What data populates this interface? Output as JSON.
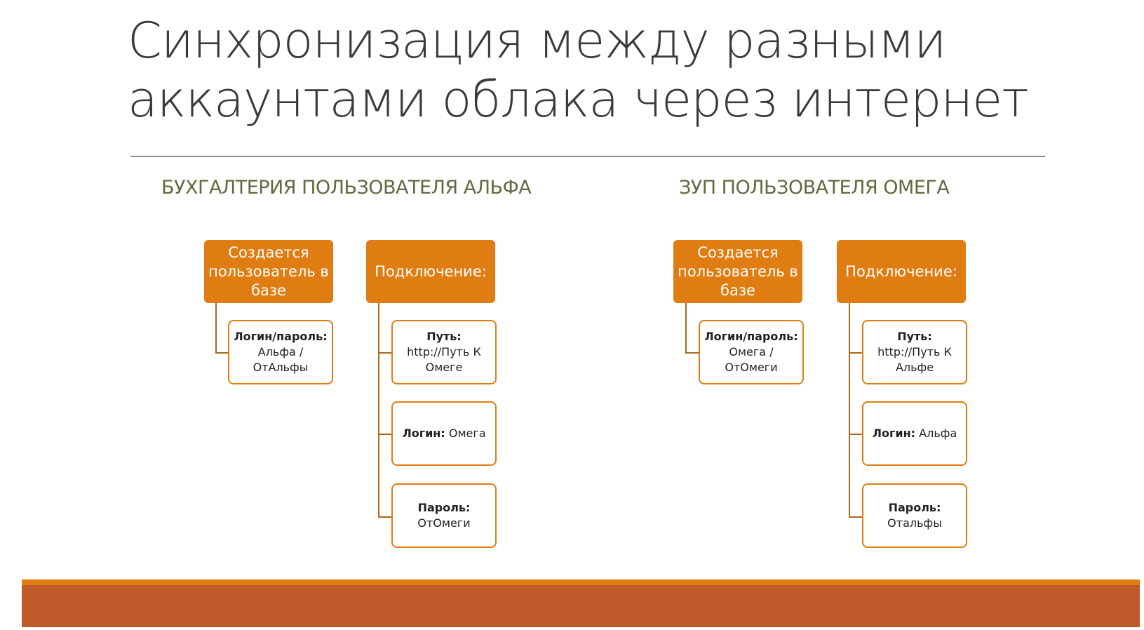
{
  "title": {
    "line1": "Синхронизация между разными",
    "line2": "аккаунтами облака через интернет"
  },
  "left": {
    "heading": "БУХГАЛТЕРИЯ ПОЛЬЗОВАТЕЛЯ АЛЬФА",
    "create_user": {
      "line1": "Создается",
      "line2": "пользователь в",
      "line3": "базе",
      "credentials": {
        "label": "Логин/пароль:",
        "value_line1": "Альфа /",
        "value_line2": "ОтАльфы"
      }
    },
    "connection": {
      "label": "Подключение:",
      "path": {
        "label": "Путь:",
        "value_line1": "http://Путь К",
        "value_line2": "Омеге"
      },
      "login": {
        "label": "Логин:",
        "value": "Омега"
      },
      "password": {
        "label": "Пароль:",
        "value": "ОтОмеги"
      }
    }
  },
  "right": {
    "heading": "ЗУП ПОЛЬЗОВАТЕЛЯ ОМЕГА",
    "create_user": {
      "line1": "Создается",
      "line2": "пользователь в",
      "line3": "базе",
      "credentials": {
        "label": "Логин/пароль:",
        "value_line1": "Омега /",
        "value_line2": "ОтОмеги"
      }
    },
    "connection": {
      "label": "Подключение:",
      "path": {
        "label": "Путь:",
        "value_line1": "http://Путь К",
        "value_line2": "Альфе"
      },
      "login": {
        "label": "Логин:",
        "value": "Альфа"
      },
      "password": {
        "label": "Пароль:",
        "value": "Отальфы"
      }
    }
  },
  "colors": {
    "accent_orange": "#e07d12",
    "footer_rust": "#bf5a2a",
    "heading_olive": "#5f6a3e",
    "connector_brown": "#a86a1e"
  }
}
